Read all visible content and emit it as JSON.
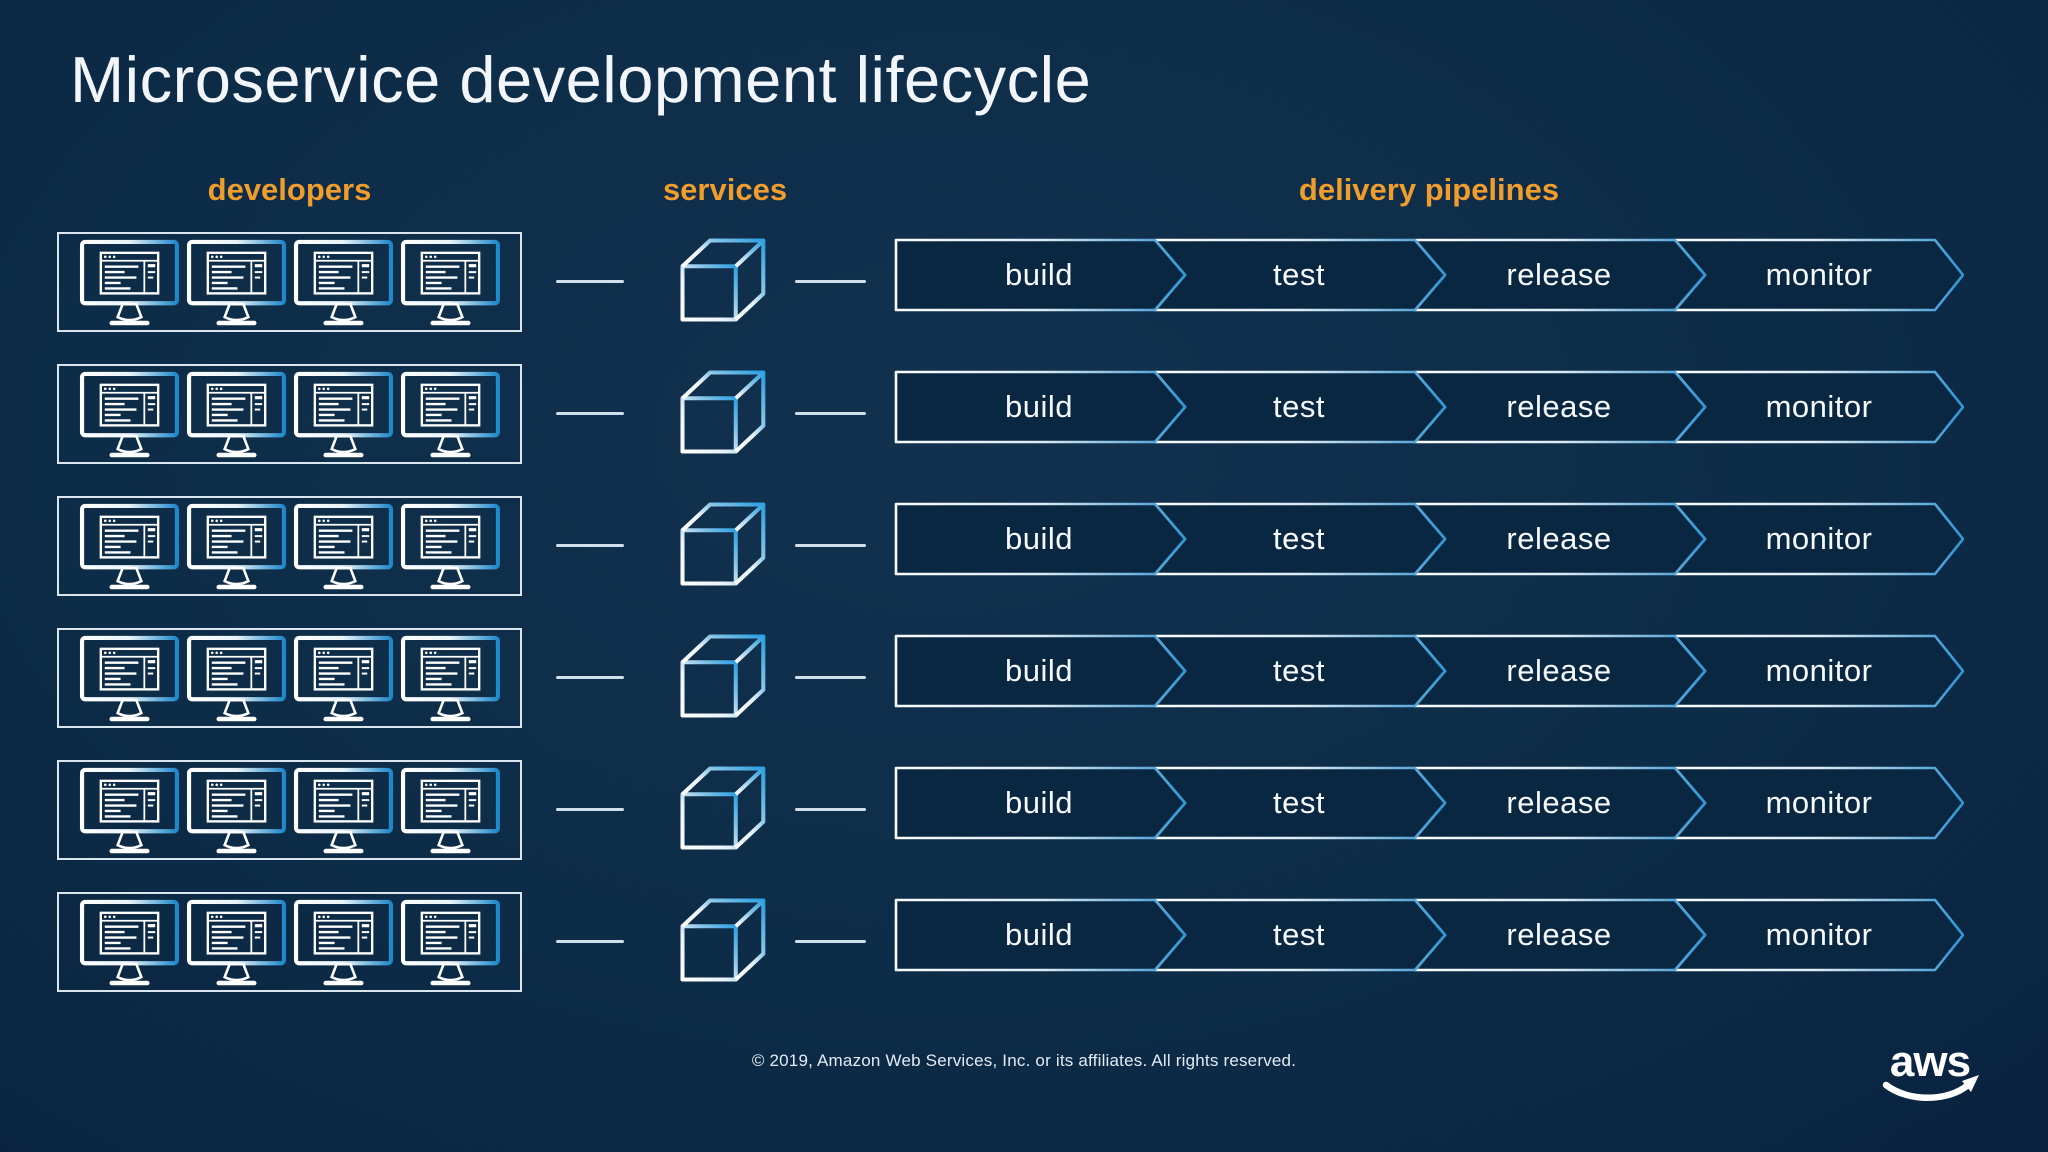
{
  "title": "Microservice development lifecycle",
  "columns": {
    "developers": "developers",
    "services": "services",
    "pipelines": "delivery pipelines"
  },
  "rows": {
    "count": 6,
    "monitors_per_row": 4
  },
  "pipeline": {
    "stages": [
      "build",
      "test",
      "release",
      "monitor"
    ]
  },
  "footer": {
    "copyright": "© 2019, Amazon Web Services, Inc. or its affiliates. All rights reserved."
  },
  "logo": {
    "label": "aws"
  },
  "colors": {
    "background": "#0d2c47",
    "accent_orange": "#f09d2c",
    "line_white": "#ffffff",
    "gradient_blue": "#2493d8",
    "connector_dash": "#cfe0ec",
    "chevron_fill": "#0a2741"
  }
}
